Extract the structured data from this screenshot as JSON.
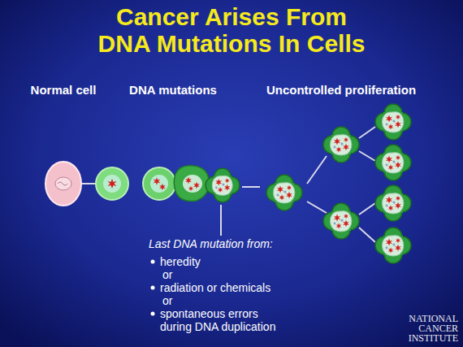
{
  "diagram": {
    "title": "Cancer Arises From DNA Mutations In Cells",
    "labels": [
      "Normal cell",
      "DNA mutations",
      "Uncontrolled proliferation",
      "Last DNA mutation from:",
      "heredity",
      "or",
      "radiation or chemicals",
      "or",
      "spontaneous errors during DNA duplication",
      "NATIONAL CANCER INSTITUTE"
    ]
  }
}
